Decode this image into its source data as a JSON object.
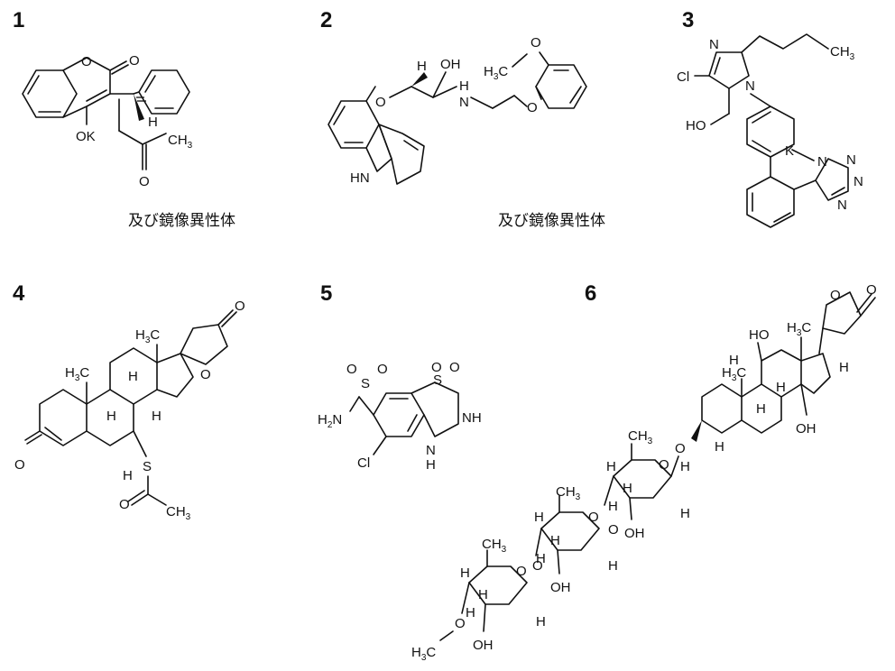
{
  "panels": [
    {
      "number": "1",
      "note": "及び鏡像異性体",
      "atoms": {
        "o_ring": "O",
        "o_carbonyl": "O",
        "ok": "OK",
        "h": "H",
        "o_ketone": "O",
        "ch3": "CH",
        "ch3_sub": "3"
      }
    },
    {
      "number": "2",
      "note": "及び鏡像異性体",
      "atoms": {
        "h": "H",
        "oh": "OH",
        "o_ether": "O",
        "nh_amine": "N",
        "nh_amine_h": "H",
        "h3c": "H",
        "h3c_sub": "3",
        "h3c_c": "C",
        "o_methoxy": "O",
        "o_ether2": "O",
        "hn": "HN"
      }
    },
    {
      "number": "3",
      "atoms": {
        "n1": "N",
        "n2": "N",
        "cl": "Cl",
        "ch3": "CH",
        "ch3_sub": "3",
        "ho": "HO",
        "k": "K",
        "tn1": "N",
        "tn2": "N",
        "tn3": "N",
        "tn4": "N"
      }
    },
    {
      "number": "4",
      "atoms": {
        "o_keto": "O",
        "h3c_a": "H",
        "h3c_a_sub": "3",
        "h3c_a_c": "C",
        "h3c_b": "H",
        "h3c_b_sub": "3",
        "h3c_b_c": "C",
        "h1": "H",
        "h2": "H",
        "h3": "H",
        "h4": "H",
        "s": "S",
        "o_thio": "O",
        "ch3": "CH",
        "ch3_sub": "3",
        "o_lact": "O",
        "o_lact2": "O"
      }
    },
    {
      "number": "5",
      "atoms": {
        "s1": "S",
        "o1": "O",
        "o2": "O",
        "s2": "S",
        "o3": "O",
        "o4": "O",
        "h2n": "H",
        "h2n_sub": "2",
        "h2n_n": "N",
        "nh": "NH",
        "cl": "Cl",
        "nh2": "H",
        "nh2_n": "N"
      }
    },
    {
      "number": "6",
      "atoms": {
        "o_lact_ring": "O",
        "o_lact": "O",
        "ho": "HO",
        "h_a": "H",
        "h3c_1": "H",
        "h3c_1_sub": "3",
        "h3c_1_c": "C",
        "h_b": "H",
        "h3c_2": "H",
        "h3c_2_sub": "3",
        "h3c_2_c": "C",
        "h_c": "H",
        "h_d": "H",
        "oh": "OH",
        "h_e": "H",
        "h_f": "H",
        "o_link": "O",
        "ch3_s1": "CH",
        "ch3_s1_sub": "3",
        "o_s1": "O",
        "h_s1a": "H",
        "h_s1b": "H",
        "h_s1c": "H",
        "h_s1d": "H",
        "oh_s1": "OH",
        "o_s1_link": "O",
        "ch3_s2": "CH",
        "ch3_s2_sub": "3",
        "o_s2": "O",
        "h_s2a": "H",
        "h_s2b": "H",
        "h_s2c": "H",
        "h_s2d": "H",
        "oh_s2": "OH",
        "o_s2_link": "O",
        "ch3_s3": "CH",
        "ch3_s3_sub": "3",
        "o_s3": "O",
        "h_s3a": "H",
        "h_s3b": "H",
        "h_s3c": "H",
        "h_s3d": "H",
        "oh_s3": "OH",
        "o_methyl": "O",
        "h3c_m": "H",
        "h3c_m_sub": "3",
        "h3c_m_c": "C"
      }
    }
  ]
}
